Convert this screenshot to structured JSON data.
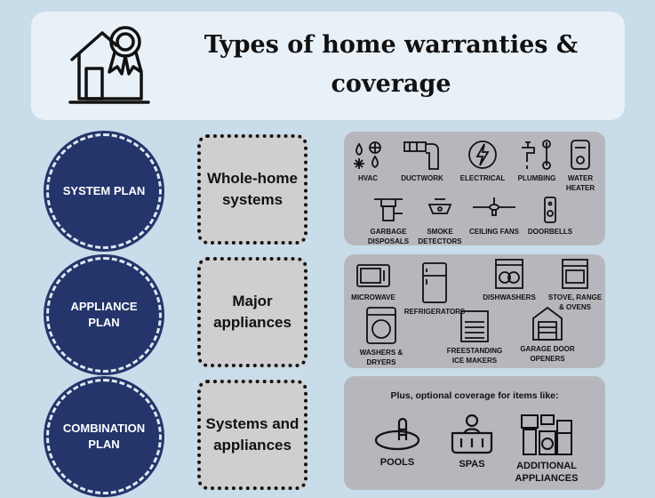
{
  "title": "Types of home warranties & coverage",
  "plans": [
    {
      "name": "SYSTEM PLAN",
      "coverage": "Whole-home systems"
    },
    {
      "name": "APPLIANCE PLAN",
      "coverage": "Major appliances"
    },
    {
      "name": "COMBINATION PLAN",
      "coverage": "Systems and appliances"
    }
  ],
  "system_items": [
    "HVAC",
    "DUCTWORK",
    "ELECTRICAL",
    "PLUMBING",
    "WATER HEATER",
    "GARBAGE DISPOSALS",
    "SMOKE DETECTORS",
    "CEILING FANS",
    "DOORBELLS"
  ],
  "appliance_items": [
    "MICROWAVE",
    "REFRIGERATORS",
    "DISHWASHERS",
    "STOVE, RANGE & OVENS",
    "WASHERS & DRYERS",
    "FREESTANDING ICE MAKERS",
    "GARAGE DOOR OPENERS"
  ],
  "optional_title": "Plus, optional coverage for items like:",
  "optional_items": [
    "POOLS",
    "SPAS",
    "ADDITIONAL APPLIANCES"
  ],
  "colors": {
    "background": "#c9dcea",
    "circle": "#24356b",
    "panel": "#b6b7bc"
  }
}
